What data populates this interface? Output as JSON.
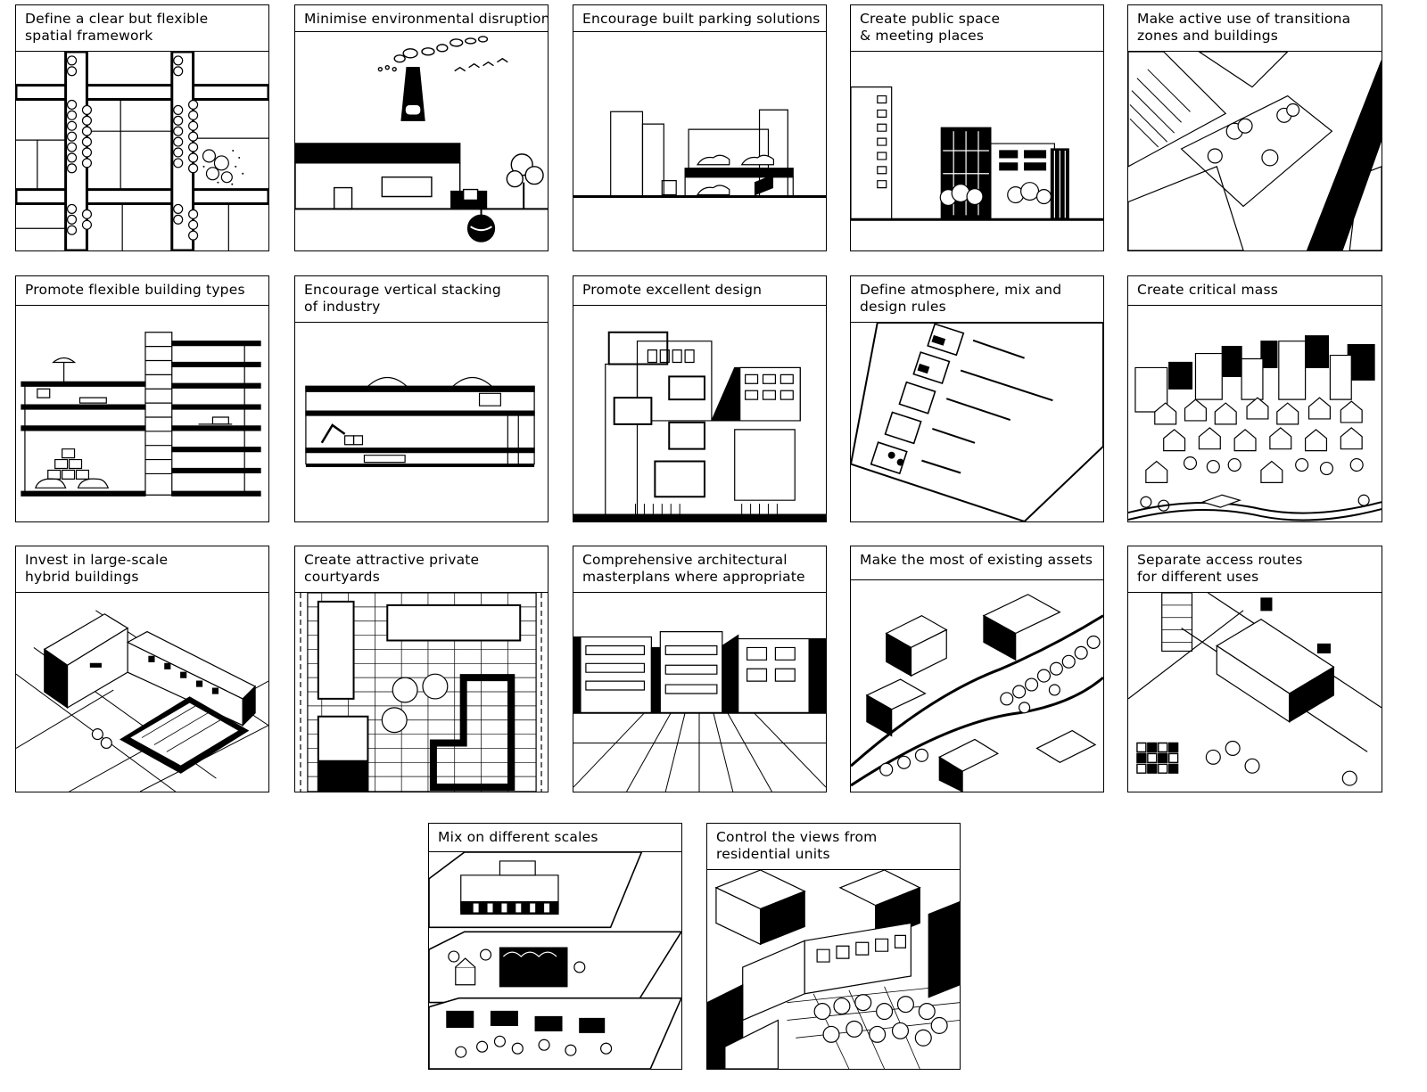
{
  "colors": {
    "ink": "#000000",
    "paper": "#ffffff"
  },
  "panels": [
    {
      "id": "p1",
      "lines": [
        "Define a clear but flexible",
        "spatial framework"
      ],
      "art": "grid-plan"
    },
    {
      "id": "p2",
      "lines": [
        "Minimise environmental disruption"
      ],
      "art": "factory-chimney"
    },
    {
      "id": "p3",
      "lines": [
        "Encourage built parking solutions"
      ],
      "art": "parking-section"
    },
    {
      "id": "p4",
      "lines": [
        "Create public space",
        "& meeting places"
      ],
      "art": "cafe-street"
    },
    {
      "id": "p5",
      "lines": [
        "Make active use of transitiona",
        "zones and buildings"
      ],
      "art": "diagonal-park"
    },
    {
      "id": "p6",
      "lines": [
        "Promote flexible building types"
      ],
      "art": "building-section"
    },
    {
      "id": "p7",
      "lines": [
        "Encourage vertical stacking",
        "of industry"
      ],
      "art": "stacked-industry"
    },
    {
      "id": "p8",
      "lines": [
        "Promote excellent design"
      ],
      "art": "design-blocks"
    },
    {
      "id": "p9",
      "lines": [
        "Define atmosphere, mix and",
        "design rules"
      ],
      "art": "rule-sheet"
    },
    {
      "id": "p10",
      "lines": [
        "Create critical mass"
      ],
      "art": "dense-houses"
    },
    {
      "id": "p11",
      "lines": [
        "Invest in large-scale",
        "hybrid buildings"
      ],
      "art": "hybrid-iso"
    },
    {
      "id": "p12",
      "lines": [
        "Create attractive private",
        "courtyards"
      ],
      "art": "courtyard-plan"
    },
    {
      "id": "p13",
      "lines": [
        "Comprehensive architectural",
        "masterplans where appropriate"
      ],
      "art": "street-perspective"
    },
    {
      "id": "p14",
      "lines": [
        "Make the most of existing assets"
      ],
      "art": "river-blocks"
    },
    {
      "id": "p15",
      "lines": [
        "Separate access routes",
        "for different uses"
      ],
      "art": "access-routes"
    },
    {
      "id": "p16",
      "lines": [
        "Mix on different scales"
      ],
      "art": "layered-scales"
    },
    {
      "id": "p17",
      "lines": [
        "Control the views from",
        "residential units"
      ],
      "art": "views-courtyard"
    }
  ]
}
